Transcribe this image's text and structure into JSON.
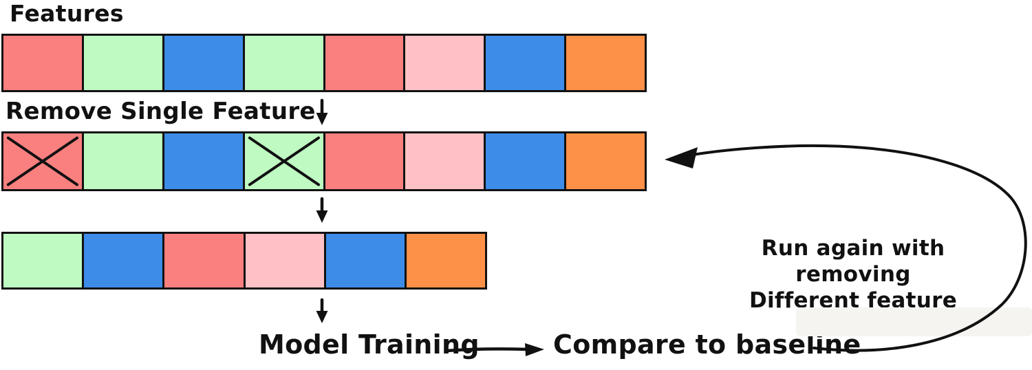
{
  "palette": {
    "red": "#fa807f",
    "green": "#bffac2",
    "blue": "#3d8ce8",
    "pink": "#ffc1c5",
    "orange": "#fd9148",
    "stroke": "#111111"
  },
  "labels": {
    "features_title": "Features",
    "remove_single_feature": "Remove Single Feature",
    "model_training": "Model Training",
    "compare_to_baseline": "Compare to baseline",
    "run_again_line1": "Run again with removing",
    "run_again_line2": "Different feature"
  },
  "icons": {
    "down_arrow": "↓",
    "right_arrow": "→",
    "loop_arrow": "curved-return-arrow",
    "x_mark": "✕"
  },
  "rows": [
    {
      "name": "features-row",
      "cells": [
        {
          "color": "red",
          "crossed": false
        },
        {
          "color": "green",
          "crossed": false
        },
        {
          "color": "blue",
          "crossed": false
        },
        {
          "color": "green",
          "crossed": false
        },
        {
          "color": "red",
          "crossed": false
        },
        {
          "color": "pink",
          "crossed": false
        },
        {
          "color": "blue",
          "crossed": false
        },
        {
          "color": "orange",
          "crossed": false
        }
      ]
    },
    {
      "name": "removed-feature-row",
      "cells": [
        {
          "color": "red",
          "crossed": true
        },
        {
          "color": "green",
          "crossed": false
        },
        {
          "color": "blue",
          "crossed": false
        },
        {
          "color": "green",
          "crossed": true
        },
        {
          "color": "red",
          "crossed": false
        },
        {
          "color": "pink",
          "crossed": false
        },
        {
          "color": "blue",
          "crossed": false
        },
        {
          "color": "orange",
          "crossed": false
        }
      ]
    },
    {
      "name": "reduced-feature-row",
      "cells": [
        {
          "color": "green",
          "crossed": false
        },
        {
          "color": "blue",
          "crossed": false
        },
        {
          "color": "red",
          "crossed": false
        },
        {
          "color": "pink",
          "crossed": false
        },
        {
          "color": "blue",
          "crossed": false
        },
        {
          "color": "orange",
          "crossed": false
        }
      ]
    }
  ]
}
